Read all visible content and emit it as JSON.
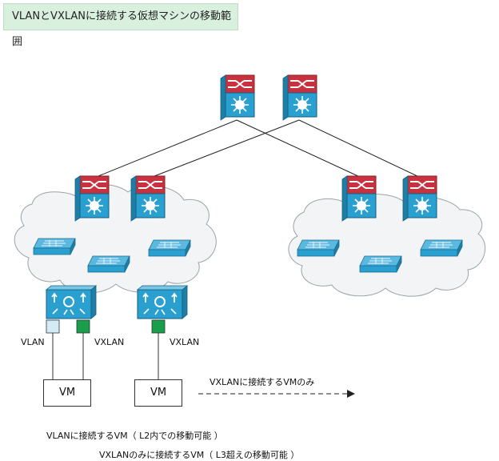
{
  "title": "VLANとVXLANに接続する仮想マシンの移動範囲",
  "ports": {
    "vlan_label": "VLAN",
    "vxlan_label": "VXLAN",
    "vxlan_label_2": "VXLAN"
  },
  "vms": {
    "vm1": "VM",
    "vm2": "VM"
  },
  "arrow_label": "VXLANに接続するVMのみ",
  "notes": {
    "note1": "VLANに接続するVM（ L2内での移動可能 ）",
    "note2": "VXLANのみに接続するVM（ L3超えの移動可能 ）"
  },
  "colors": {
    "vlan_port": "#d3ecf3",
    "vxlan_port": "#1a9e4b",
    "device_red": "#c8323e",
    "device_blue": "#2aa0d0",
    "title_bg": "#d9f0df"
  },
  "icons": [
    "router-switch-icon",
    "access-switch-icon",
    "virtual-switch-icon",
    "cloud-icon"
  ]
}
